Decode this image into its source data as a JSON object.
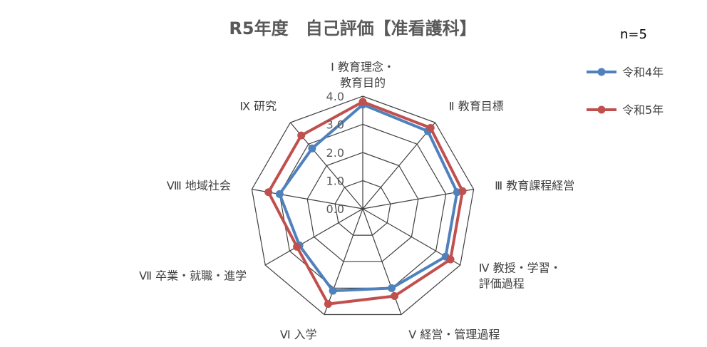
{
  "chart_data": {
    "type": "radar",
    "title": "R5年度　自己評価【准看護科】",
    "note": "n=5",
    "axes": [
      [
        "Ⅰ 教育理念・",
        "教育目的"
      ],
      [
        "Ⅱ 教育目標"
      ],
      [
        "Ⅲ 教育課程経営"
      ],
      [
        "Ⅳ 教授・学習・",
        "評価過程"
      ],
      [
        "Ⅴ 経営・管理過程"
      ],
      [
        "Ⅵ 入学"
      ],
      [
        "Ⅶ 卒業・就職・進学"
      ],
      [
        "Ⅷ 地域社会"
      ],
      [
        "Ⅸ 研究"
      ]
    ],
    "ticks": [
      "0.0",
      "1.0",
      "2.0",
      "3.0",
      "4.0"
    ],
    "rlim": [
      0,
      4
    ],
    "series": [
      {
        "name": "令和4年",
        "color": "#4F81BD",
        "values": [
          3.7,
          3.6,
          3.4,
          3.4,
          3.0,
          3.1,
          2.6,
          3.0,
          2.8
        ]
      },
      {
        "name": "令和5年",
        "color": "#C0504D",
        "values": [
          3.8,
          3.75,
          3.6,
          3.6,
          3.3,
          3.6,
          2.7,
          3.4,
          3.4
        ]
      }
    ],
    "legend_position": "right"
  }
}
